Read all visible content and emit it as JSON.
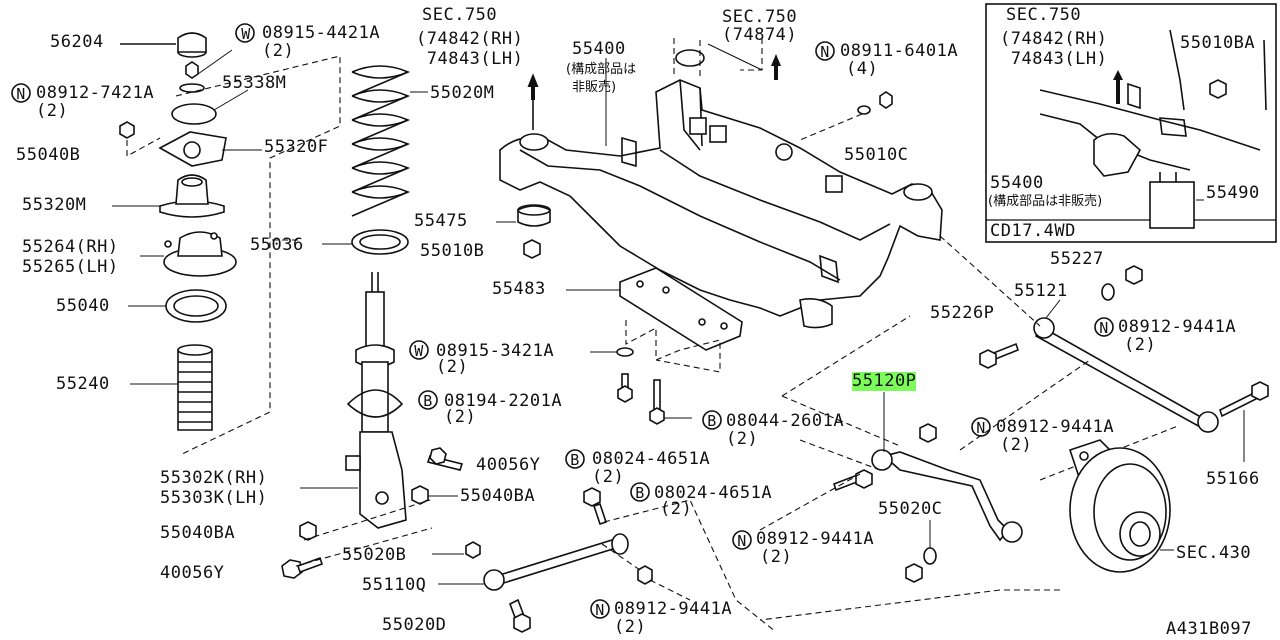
{
  "labels": {
    "p56204": "56204",
    "w08915_4421a": "08915-4421A",
    "w08915_4421a_qty": "(2)",
    "p55338m": "55338M",
    "n08912_7421a": "08912-7421A",
    "n08912_7421a_qty": "(2)",
    "p55040b": "55040B",
    "p55320f": "55320F",
    "p55320m": "55320M",
    "p55264rh": "55264(RH)",
    "p55265lh": "55265(LH)",
    "p55040": "55040",
    "p55240": "55240",
    "p55302k": "55302K(RH)",
    "p55303k": "55303K(LH)",
    "p55040ba_l": "55040BA",
    "p40056y_l": "40056Y",
    "sec750_a": "SEC.750",
    "sec750_a_1": "(74842(RH)",
    "sec750_a_2": " 74843(LH)",
    "p55020m": "55020M",
    "p55036": "55036",
    "p55400": "55400",
    "p55400_note1": "(構成部品は",
    "p55400_note2": "非販売)",
    "sec750_b": "SEC.750",
    "sec750_b_1": "(74874)",
    "n08911_6401a": "08911-6401A",
    "n08911_6401a_qty": "(4)",
    "p55010c": "55010C",
    "p55475": "55475",
    "p55010b": "55010B",
    "p55483": "55483",
    "w08915_3421a": "08915-3421A",
    "w08915_3421a_qty": "(2)",
    "b08194_2201a": "08194-2201A",
    "b08194_2201a_qty": "(2)",
    "b08044_2601a": "08044-2601A",
    "b08044_2601a_qty": "(2)",
    "p40056y_m": "40056Y",
    "p55040ba_m": "55040BA",
    "b08024_4651a_1": "08024-4651A",
    "b08024_4651a_1_qty": "(2)",
    "b08024_4651a_2": "08024-4651A",
    "b08024_4651a_2_qty": "(2)",
    "p55020b": "55020B",
    "p55110q": "55110Q",
    "p55020d": "55020D",
    "n08912_9441a_bottom": "08912-9441A",
    "n08912_9441a_bottom_qty": "(2)",
    "n08912_9441a_mid": "08912-9441A",
    "n08912_9441a_mid_qty": "(2)",
    "p55020c": "55020C",
    "p55120p": "55120P",
    "n08912_9441a_right": "08912-9441A",
    "n08912_9441a_right_qty": "(2)",
    "n08912_9441a_far": "08912-9441A",
    "n08912_9441a_far_qty": "(2)",
    "p55227": "55227",
    "p55121": "55121",
    "p55226p": "55226P",
    "p55166": "55166",
    "sec430": "SEC.430",
    "inset_sec750": "SEC.750",
    "inset_sec750_1": "(74842(RH)",
    "inset_sec750_2": " 74843(LH)",
    "inset_p55010ba": "55010BA",
    "inset_p55400": "55400",
    "inset_p55400_note": "(構成部品は非販売)",
    "inset_p55490": "55490",
    "inset_caption": "CD17.4WD",
    "diagram_id": "A431B097"
  },
  "symbols": {
    "washer": "W",
    "nut": "N",
    "bolt": "B"
  },
  "highlight_color": "#7CFC5A"
}
